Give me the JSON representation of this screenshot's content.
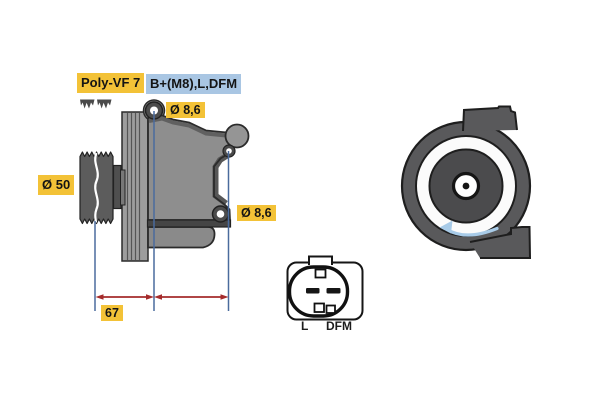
{
  "diagram": {
    "kind": "alternator-technical-drawing",
    "side_view": {
      "belt_type": "Poly-VF 7",
      "terminals": "B+(M8),L,DFM",
      "pulley_diameter": "Ø 50",
      "mount_hole_top": "Ø 8,6",
      "mount_hole_bottom": "Ø 8,6",
      "mount_distance": "67"
    },
    "connector": {
      "pin_left": "L",
      "pin_right": "DFM"
    },
    "front_view": {
      "rotation_direction": "counterclockwise"
    },
    "icons": {
      "belt_profile": "poly-v-belt-cross-section-icon",
      "rotation_arrow": "counterclockwise-rotation-arrow-icon"
    },
    "colors": {
      "label_yellow": "#F3C237",
      "label_blue": "#A9C6E3",
      "dimension_red": "#A52B2B",
      "reference_line_blue": "#4A6B9D",
      "rotation_arrow_blue": "#A8CBE8",
      "housing_gray": "#59595B",
      "body_gray": "#8E8E8E",
      "bracket_gray": "#9D9D9D",
      "pulley_gray": "#5C5C5C"
    }
  }
}
